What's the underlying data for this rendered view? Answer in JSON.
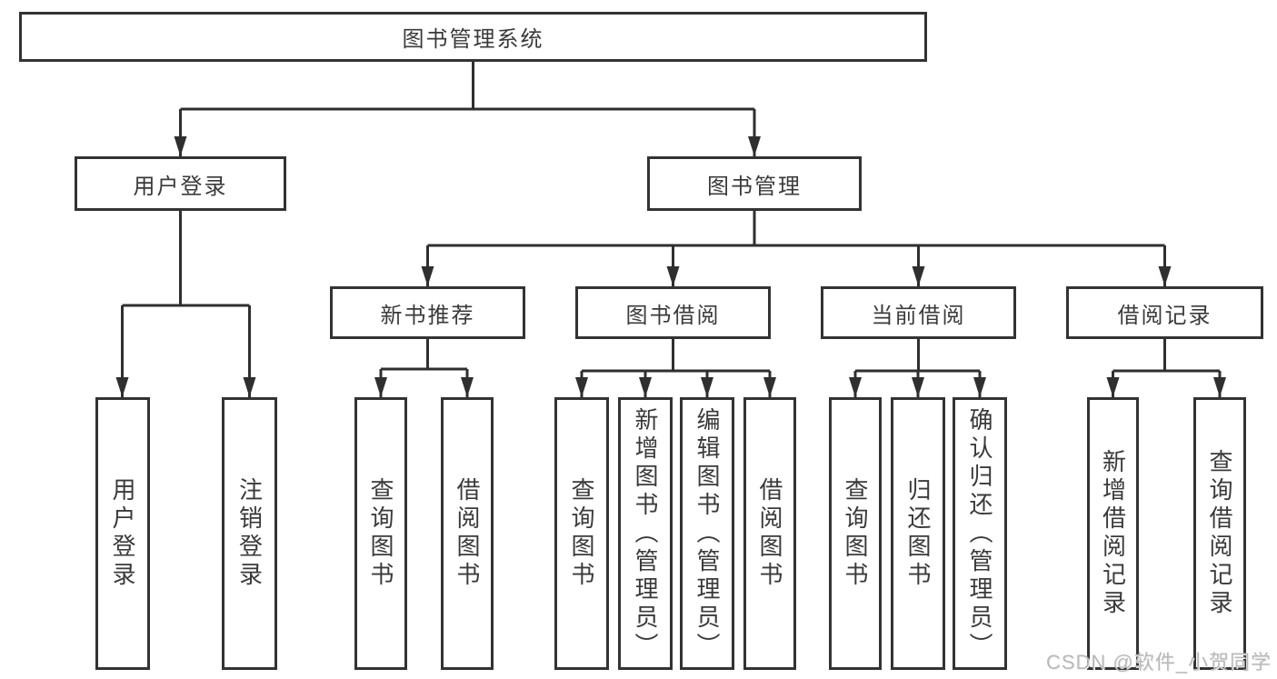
{
  "tree": {
    "label": "图书管理系统",
    "children": [
      {
        "label": "用户登录",
        "children": [
          {
            "label": "用户登录"
          },
          {
            "label": "注销登录"
          }
        ]
      },
      {
        "label": "图书管理",
        "children": [
          {
            "label": "新书推荐",
            "children": [
              {
                "label": "查询图书"
              },
              {
                "label": "借阅图书"
              }
            ]
          },
          {
            "label": "图书借阅",
            "children": [
              {
                "label": "查询图书"
              },
              {
                "label": "新增图书（管理员）"
              },
              {
                "label": "编辑图书（管理员）"
              },
              {
                "label": "借阅图书"
              }
            ]
          },
          {
            "label": "当前借阅",
            "children": [
              {
                "label": "查询图书"
              },
              {
                "label": "归还图书"
              },
              {
                "label": "确认归还（管理员）"
              }
            ]
          },
          {
            "label": "借阅记录",
            "children": [
              {
                "label": "新增借阅记录"
              },
              {
                "label": "查询借阅记录"
              }
            ]
          }
        ]
      }
    ]
  },
  "watermark": {
    "text": "CSDN @软件_小贺同学"
  },
  "colors": {
    "line": "#2f2f2f",
    "box_border": "#333333",
    "text": "#3a3a3a",
    "background": "#ffffff",
    "watermark": "#b9b9b9"
  }
}
